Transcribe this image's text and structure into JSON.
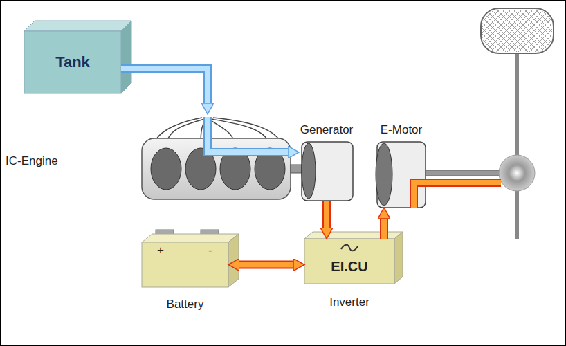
{
  "diagram": {
    "nodes": [
      {
        "text": [
          "Tank"
        ]
      },
      {
        "text": [
          "IC-Engine"
        ]
      },
      {
        "text": [
          "Generator"
        ]
      },
      {
        "text": [
          "E-Motor"
        ]
      },
      {
        "text": [
          "Battery"
        ]
      },
      {
        "text": [
          "EI.CU",
          "Inverter"
        ]
      }
    ],
    "edges": [
      {
        "from": 0,
        "to": 1,
        "arrow": "to"
      },
      {
        "from": 1,
        "to": 2,
        "arrow": "to"
      },
      {
        "from": 2,
        "to": 5,
        "arrow": "to"
      },
      {
        "from": 4,
        "to": 5,
        "arrow": "both"
      },
      {
        "from": 5,
        "to": 3,
        "arrow": "to"
      }
    ],
    "labels": [
      "+",
      "-"
    ]
  }
}
